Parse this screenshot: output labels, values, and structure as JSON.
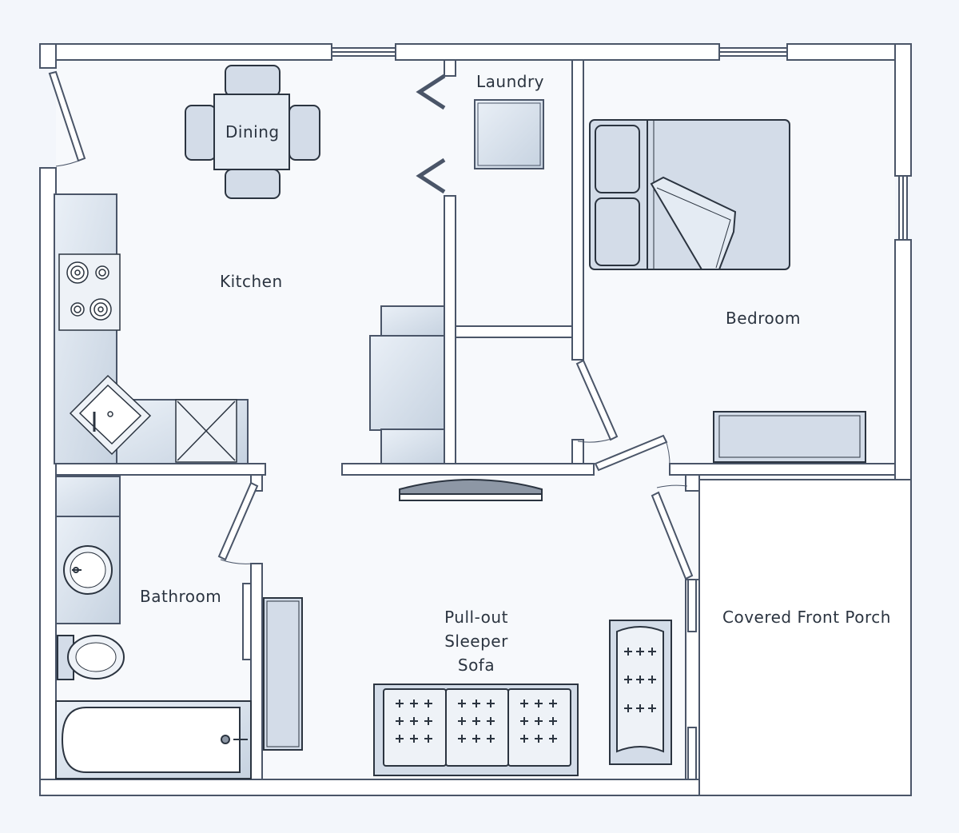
{
  "rooms": {
    "laundry": "Laundry",
    "dining": "Dining",
    "kitchen": "Kitchen",
    "bedroom": "Bedroom",
    "bathroom": "Bathroom",
    "living_line1": "Pull-out",
    "living_line2": "Sleeper",
    "living_line3": "Sofa",
    "porch": "Covered Front Porch"
  },
  "colors": {
    "wall": "#ffffff",
    "wall_stroke": "#4a5568",
    "furniture_fill": "#d3dce8",
    "background": "#f3f6fb",
    "line": "#2b3440"
  }
}
